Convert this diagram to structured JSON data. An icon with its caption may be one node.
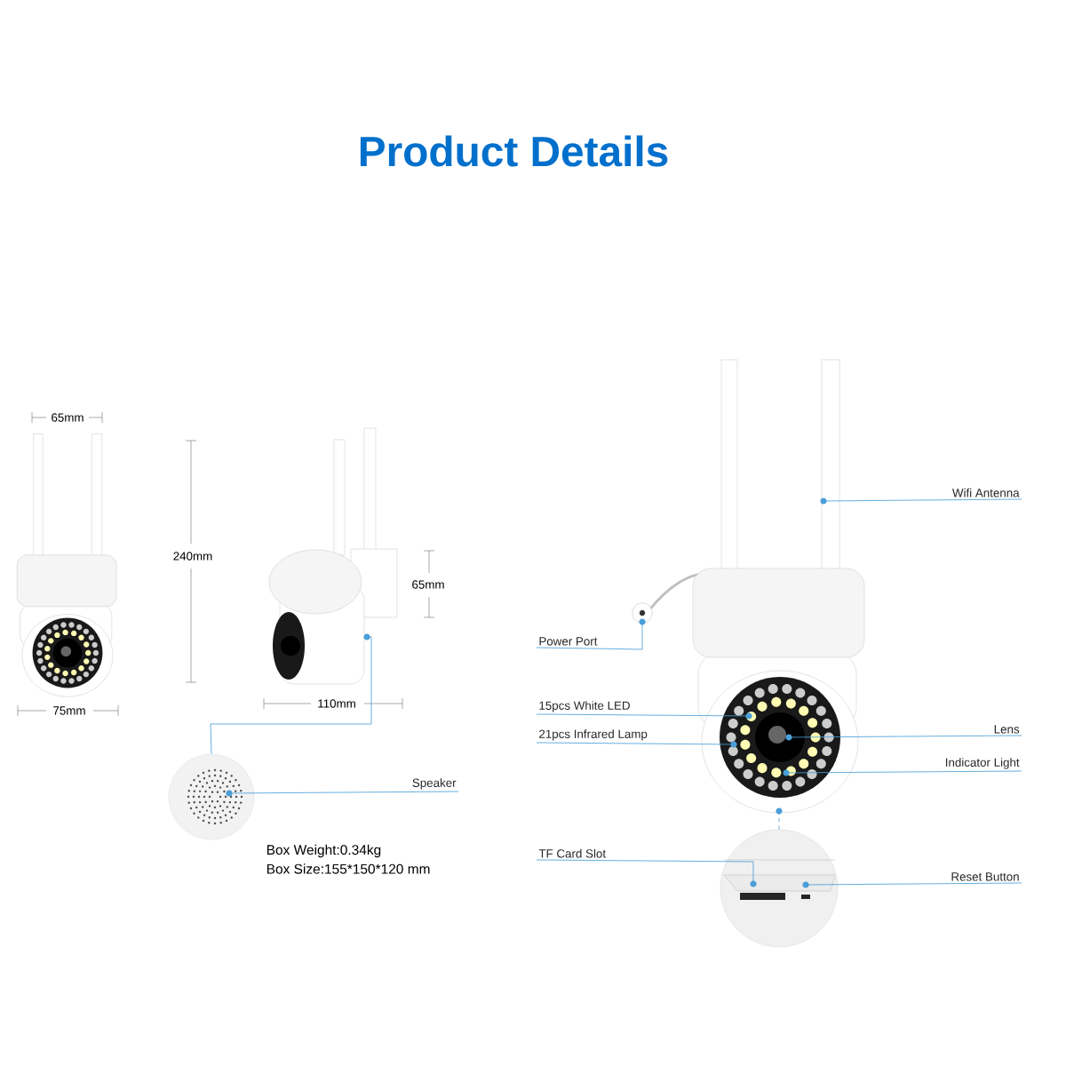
{
  "diagram": {
    "title": "Product Details",
    "nodes": [
      {
        "text": [
          "Speaker"
        ]
      },
      {
        "text": [
          "Wifi Antenna"
        ]
      },
      {
        "text": [
          "Power Port"
        ]
      },
      {
        "text": [
          "15pcs White LED"
        ]
      },
      {
        "text": [
          "21pcs Infrared Lamp"
        ]
      },
      {
        "text": [
          "Lens"
        ]
      },
      {
        "text": [
          "Indicator Light"
        ]
      },
      {
        "text": [
          "TF Card Slot"
        ]
      },
      {
        "text": [
          "Reset Button"
        ]
      },
      {
        "text": [],
        "shape": "picture"
      },
      {
        "text": [],
        "shape": "picture"
      },
      {
        "text": [],
        "shape": "picture"
      },
      {
        "text": [],
        "shape": "picture"
      }
    ],
    "edges": [
      {
        "from": 0,
        "to": 10,
        "arrow": "none"
      },
      {
        "from": 10,
        "to": 9,
        "arrow": "none"
      },
      {
        "from": 1,
        "to": 11,
        "arrow": "none"
      },
      {
        "from": 2,
        "to": 11,
        "arrow": "none"
      },
      {
        "from": 3,
        "to": 11,
        "arrow": "none"
      },
      {
        "from": 4,
        "to": 11,
        "arrow": "none"
      },
      {
        "from": 5,
        "to": 11,
        "arrow": "none"
      },
      {
        "from": 6,
        "to": 11,
        "arrow": "none"
      },
      {
        "from": 12,
        "to": 11,
        "arrow": "none",
        "style": "dashed"
      },
      {
        "from": 7,
        "to": 12,
        "arrow": "none"
      },
      {
        "from": 8,
        "to": 12,
        "arrow": "none"
      }
    ],
    "labels": [
      "65mm",
      "240mm",
      "65mm",
      "75mm",
      "110mm",
      "Box Weight:0.34kg",
      "Box Size:155*150*120 mm"
    ]
  }
}
